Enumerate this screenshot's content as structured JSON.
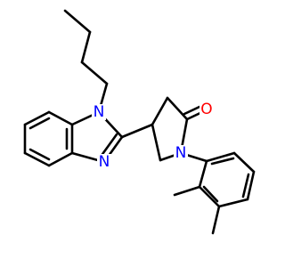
{
  "molecule": {
    "labels": {
      "n_benzimidazole_1": "N",
      "n_benzimidazole_3": "N",
      "n_pyrrolidinone": "N",
      "o_carbonyl": "O"
    },
    "colors": {
      "bond": "#000000",
      "nitrogen": "#0000ff",
      "oxygen": "#ff0000",
      "background": "#ffffff"
    }
  }
}
